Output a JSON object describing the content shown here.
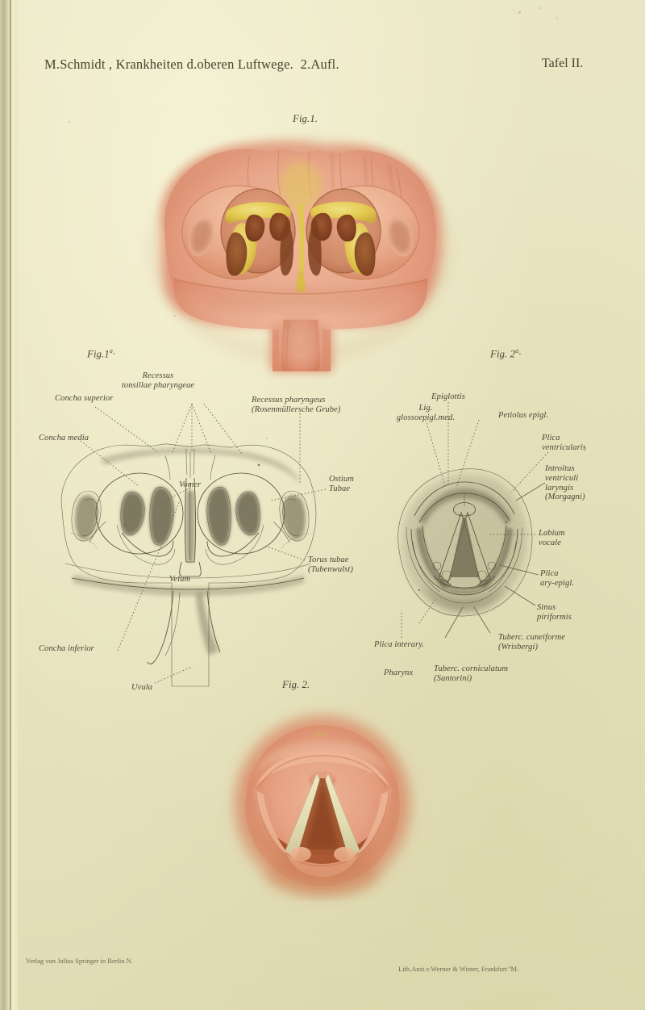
{
  "header": {
    "title": "M.Schmidt , Krankheiten d.oberen Luftwege.  2.Aufl.",
    "plate": "Tafel II."
  },
  "footer": {
    "publisher": "Verlag von Julius Springer in Berlin N.",
    "lithographer": "Lith.Anst.v.Werner & Winter, Frankfurt ªM."
  },
  "captions": {
    "fig1": "Fig.1.",
    "fig1a_base": "Fig.1",
    "fig1a_sup": "a",
    "fig2a_base": "Fig. 2",
    "fig2a_sup": "a",
    "fig2": "Fig. 2."
  },
  "fig1a_labels": [
    {
      "id": "recessus-tonsillae",
      "text": "Recessus\ntonsillae pharyngeae"
    },
    {
      "id": "concha-superior",
      "text": "Concha superior"
    },
    {
      "id": "recessus-pharyngeus",
      "text": "Recessus pharyngeus\n(Rosenmüllersche Grube)"
    },
    {
      "id": "concha-media",
      "text": "Concha media"
    },
    {
      "id": "vomer",
      "text": "Vomer"
    },
    {
      "id": "ostium-tubae",
      "text": "Ostium\nTubae"
    },
    {
      "id": "torus-tubae",
      "text": "Torus tubae\n(Tubenwulst)"
    },
    {
      "id": "velum",
      "text": "Velum"
    },
    {
      "id": "concha-inferior",
      "text": "Concha inferior"
    },
    {
      "id": "uvula",
      "text": "Uvula"
    }
  ],
  "fig2a_labels": [
    {
      "id": "epiglottis",
      "text": "Epiglottis"
    },
    {
      "id": "lig-glossoepigl",
      "text": "Lig.\nglossoepigl.med."
    },
    {
      "id": "petiolus-epigl",
      "text": "Petiolus epigl."
    },
    {
      "id": "plica-ventricularis",
      "text": "Plica\nventricularis"
    },
    {
      "id": "introitus-ventriculi",
      "text": "Introitus\nventriculi\nlaryngis\n(Morgagni)"
    },
    {
      "id": "labium-vocale",
      "text": "Labium\nvocale"
    },
    {
      "id": "plica-ary-epigl",
      "text": "Plica\nary-epigl."
    },
    {
      "id": "sinus-piriformis",
      "text": "Sinus\npiriformis"
    },
    {
      "id": "tuberc-cuneiforme",
      "text": "Tuberc. cuneiforme\n(Wrisbergi)"
    },
    {
      "id": "tuberc-corniculatum",
      "text": "Tuberc. corniculatum\n(Santorini)"
    },
    {
      "id": "plica-interary",
      "text": "Plica interary."
    },
    {
      "id": "pharynx",
      "text": "Pharynx"
    }
  ],
  "colors": {
    "paper": "#e9e6c4",
    "ink": "#4a4634",
    "mucosa_pink": "#e8a287",
    "mucosa_deep": "#d98668",
    "turbinate_yellow": "#e2c84f",
    "recess_brown": "#8e4a27",
    "cord_pale": "#ddd6ad",
    "trachea_dark": "#a8542c"
  }
}
